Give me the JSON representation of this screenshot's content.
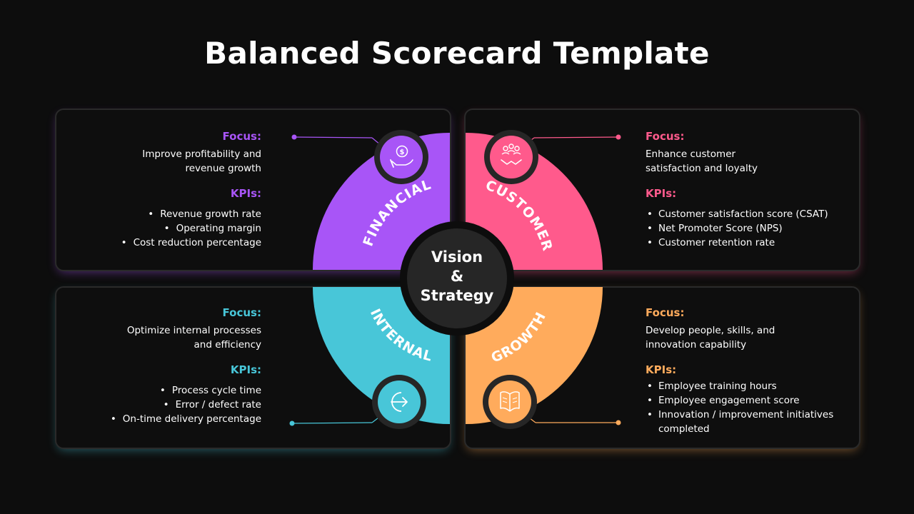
{
  "title": "Balanced Scorecard Template",
  "center": {
    "line1": "Vision",
    "line2": "&",
    "line3": "Strategy"
  },
  "colors": {
    "financial": "#a855f7",
    "customer": "#ff5a8c",
    "internal": "#48c6d8",
    "growth": "#ffab5c",
    "background": "#0d0d0d"
  },
  "quadrants": {
    "financial": {
      "label": "FINANCIAL",
      "icon": "money-hand-icon",
      "focus_header": "Focus:",
      "focus": [
        "Improve profitability and",
        "revenue growth"
      ],
      "kpis_header": "KPIs:",
      "kpis": [
        "Revenue growth rate",
        "Operating margin",
        "Cost reduction percentage"
      ]
    },
    "customer": {
      "label": "CUSTOMER",
      "icon": "handshake-people-icon",
      "focus_header": "Focus:",
      "focus": [
        "Enhance customer",
        "satisfaction and loyalty"
      ],
      "kpis_header": "KPIs:",
      "kpis": [
        "Customer satisfaction score (CSAT)",
        "Net Promoter Score (NPS)",
        "Customer retention rate"
      ]
    },
    "internal": {
      "label": "INTERNAL",
      "icon": "process-arrow-icon",
      "focus_header": "Focus:",
      "focus": [
        "Optimize internal processes",
        "and efficiency"
      ],
      "kpis_header": "KPIs:",
      "kpis": [
        "Process cycle time",
        "Error / defect rate",
        "On-time delivery percentage"
      ]
    },
    "growth": {
      "label": "GROWTH",
      "icon": "book-learning-icon",
      "focus_header": "Focus:",
      "focus": [
        "Develop people, skills, and",
        "innovation capability"
      ],
      "kpis_header": "KPIs:",
      "kpis": [
        "Employee training hours",
        "Employee engagement score",
        "Innovation / improvement initiatives",
        "completed"
      ]
    }
  }
}
